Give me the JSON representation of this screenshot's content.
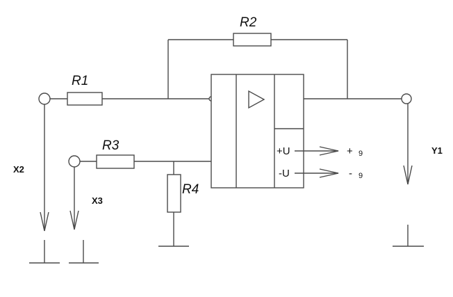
{
  "resistors": {
    "r1": "R1",
    "r2": "R2",
    "r3": "R3",
    "r4": "R4"
  },
  "terminals": {
    "x2": "X2",
    "x3": "X3",
    "y1": "Y1"
  },
  "opamp": {
    "triangle_symbol": "triangle",
    "plus_u": "+U",
    "minus_u": "-U"
  },
  "supply": {
    "plus_sign": "+",
    "plus_value": "9",
    "minus_sign": "-",
    "minus_value": "9"
  },
  "colors": {
    "wire": "#4a4a4a",
    "text": "#111111",
    "background": "#ffffff"
  }
}
